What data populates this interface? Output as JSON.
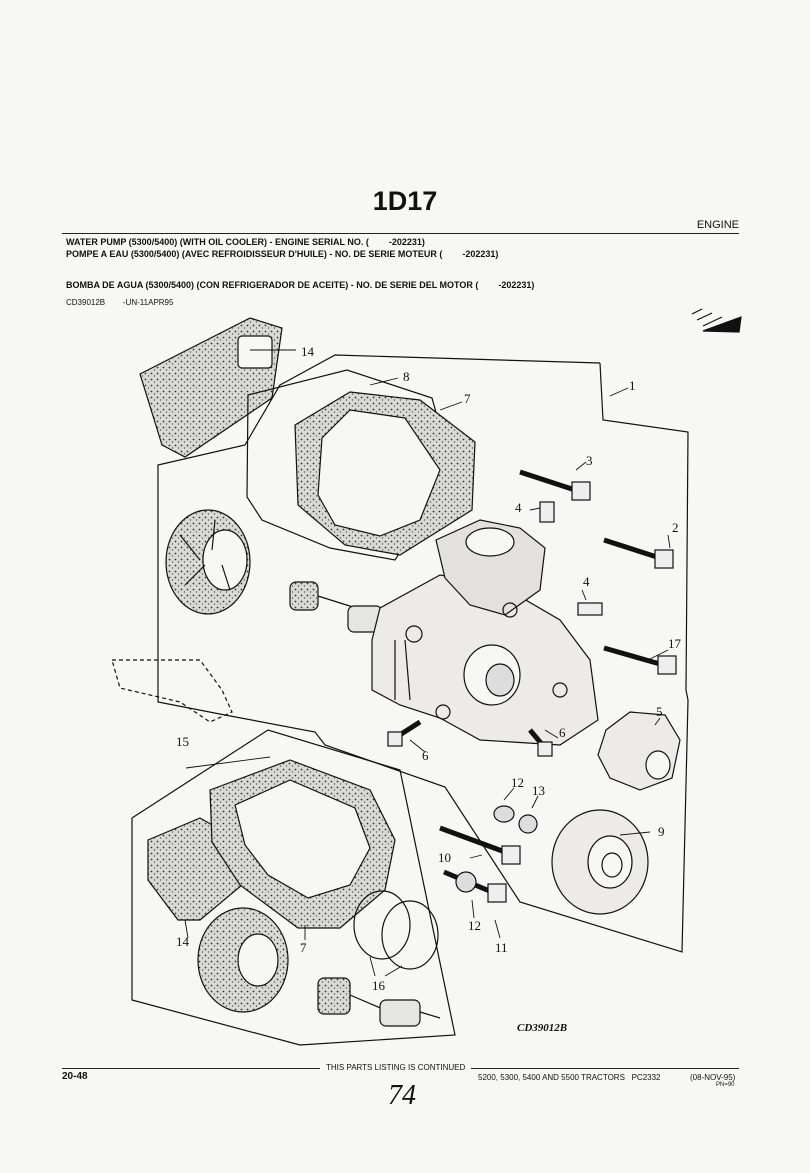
{
  "page_code": "1D17",
  "section": "ENGINE",
  "titles": {
    "english": "WATER PUMP (5300/5400) (WITH OIL COOLER) - ENGINE SERIAL NO. (        -202231)",
    "french": "POMPE A EAU (5300/5400) (AVEC REFROIDISSEUR D'HUILE) - NO. DE SERIE MOTEUR (        -202231)",
    "spanish": "BOMBA DE AGUA (5300/5400) (CON REFRIGERADOR DE ACEITE) - NO. DE SERIE DEL MOTOR (        -202231)"
  },
  "reference": "CD39012B        -UN-11APR95",
  "figure": {
    "id": "CD39012B",
    "callouts": [
      "1",
      "2",
      "3",
      "4",
      "4",
      "5",
      "6",
      "6",
      "7",
      "7",
      "8",
      "9",
      "10",
      "11",
      "12",
      "12",
      "13",
      "14",
      "14",
      "15",
      "16",
      "17"
    ]
  },
  "footer": {
    "page_number": "20-48",
    "continued": "THIS PARTS LISTING IS CONTINUED",
    "models": "5200, 5300, 5400 AND 5500 TRACTORS   PC2332",
    "date": "(08-NOV-95)",
    "pn": "PN=90",
    "handwritten": "74"
  }
}
